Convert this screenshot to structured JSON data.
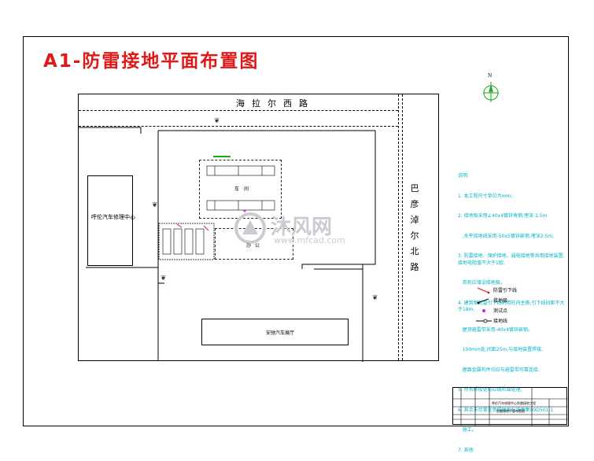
{
  "drawing_title": "A1-防雷接地平面布置图",
  "roads": {
    "top": "海拉尔西路",
    "right": "巴彦淖尔北路"
  },
  "buildings": {
    "left_block": "呼伦汽车修理中心",
    "workshop": "车间",
    "office": "办公",
    "bottom_block": "安驰汽车展厅"
  },
  "compass_label": "N",
  "notes": [
    "说明:",
    "1. 本工程尺寸单位为mm;",
    "2. 接地极采用∠40x4镀锌角钢,埋深-1.5m",
    "   ,水平接地线采用-50x5镀锌扁钢,埋深2.5m;",
    "3. 防雷接地、保护接地、弱电接地等共用接地装置,接地电阻值不大于1欧,",
    "   否则应增设接地极。",
    "4. 建筑物防雷引下线利用柱内主筋,引下线间距不大于18m,",
    "   屋顶避雷带采用-40x4镀锌扁钢。",
    "   100mm处,间距25m,与接地装置焊接,",
    "   屋面金属构件均应与避雷带可靠连接,",
    "5. 所有焊接处均应做防腐处理,",
    "6. 其余未尽事宜参照国家标准图集99D501-1",
    "   施工。",
    "7. 其他"
  ],
  "legend": [
    {
      "icon": "downlead-icon",
      "label": "防雷引下线"
    },
    {
      "icon": "ground-pole-icon",
      "label": "接地极"
    },
    {
      "icon": "test-point-icon",
      "label": "测试点"
    },
    {
      "icon": "ground-wire-icon",
      "label": "接地线"
    }
  ],
  "title_block": {
    "project": "呼伦汽车修理中心防雷接地工程",
    "drawing": "防雷接地平面布置图"
  },
  "watermark": {
    "brand": "沐风网",
    "url": "www.mfcad.com"
  },
  "colors": {
    "title": "#e01818",
    "notes": "#00b4c8",
    "compass": "#18a818",
    "lightning_line": "#18a818",
    "downlead": "#e01818",
    "test_point": "#d020d0",
    "watermark": "#c9ccd1"
  }
}
